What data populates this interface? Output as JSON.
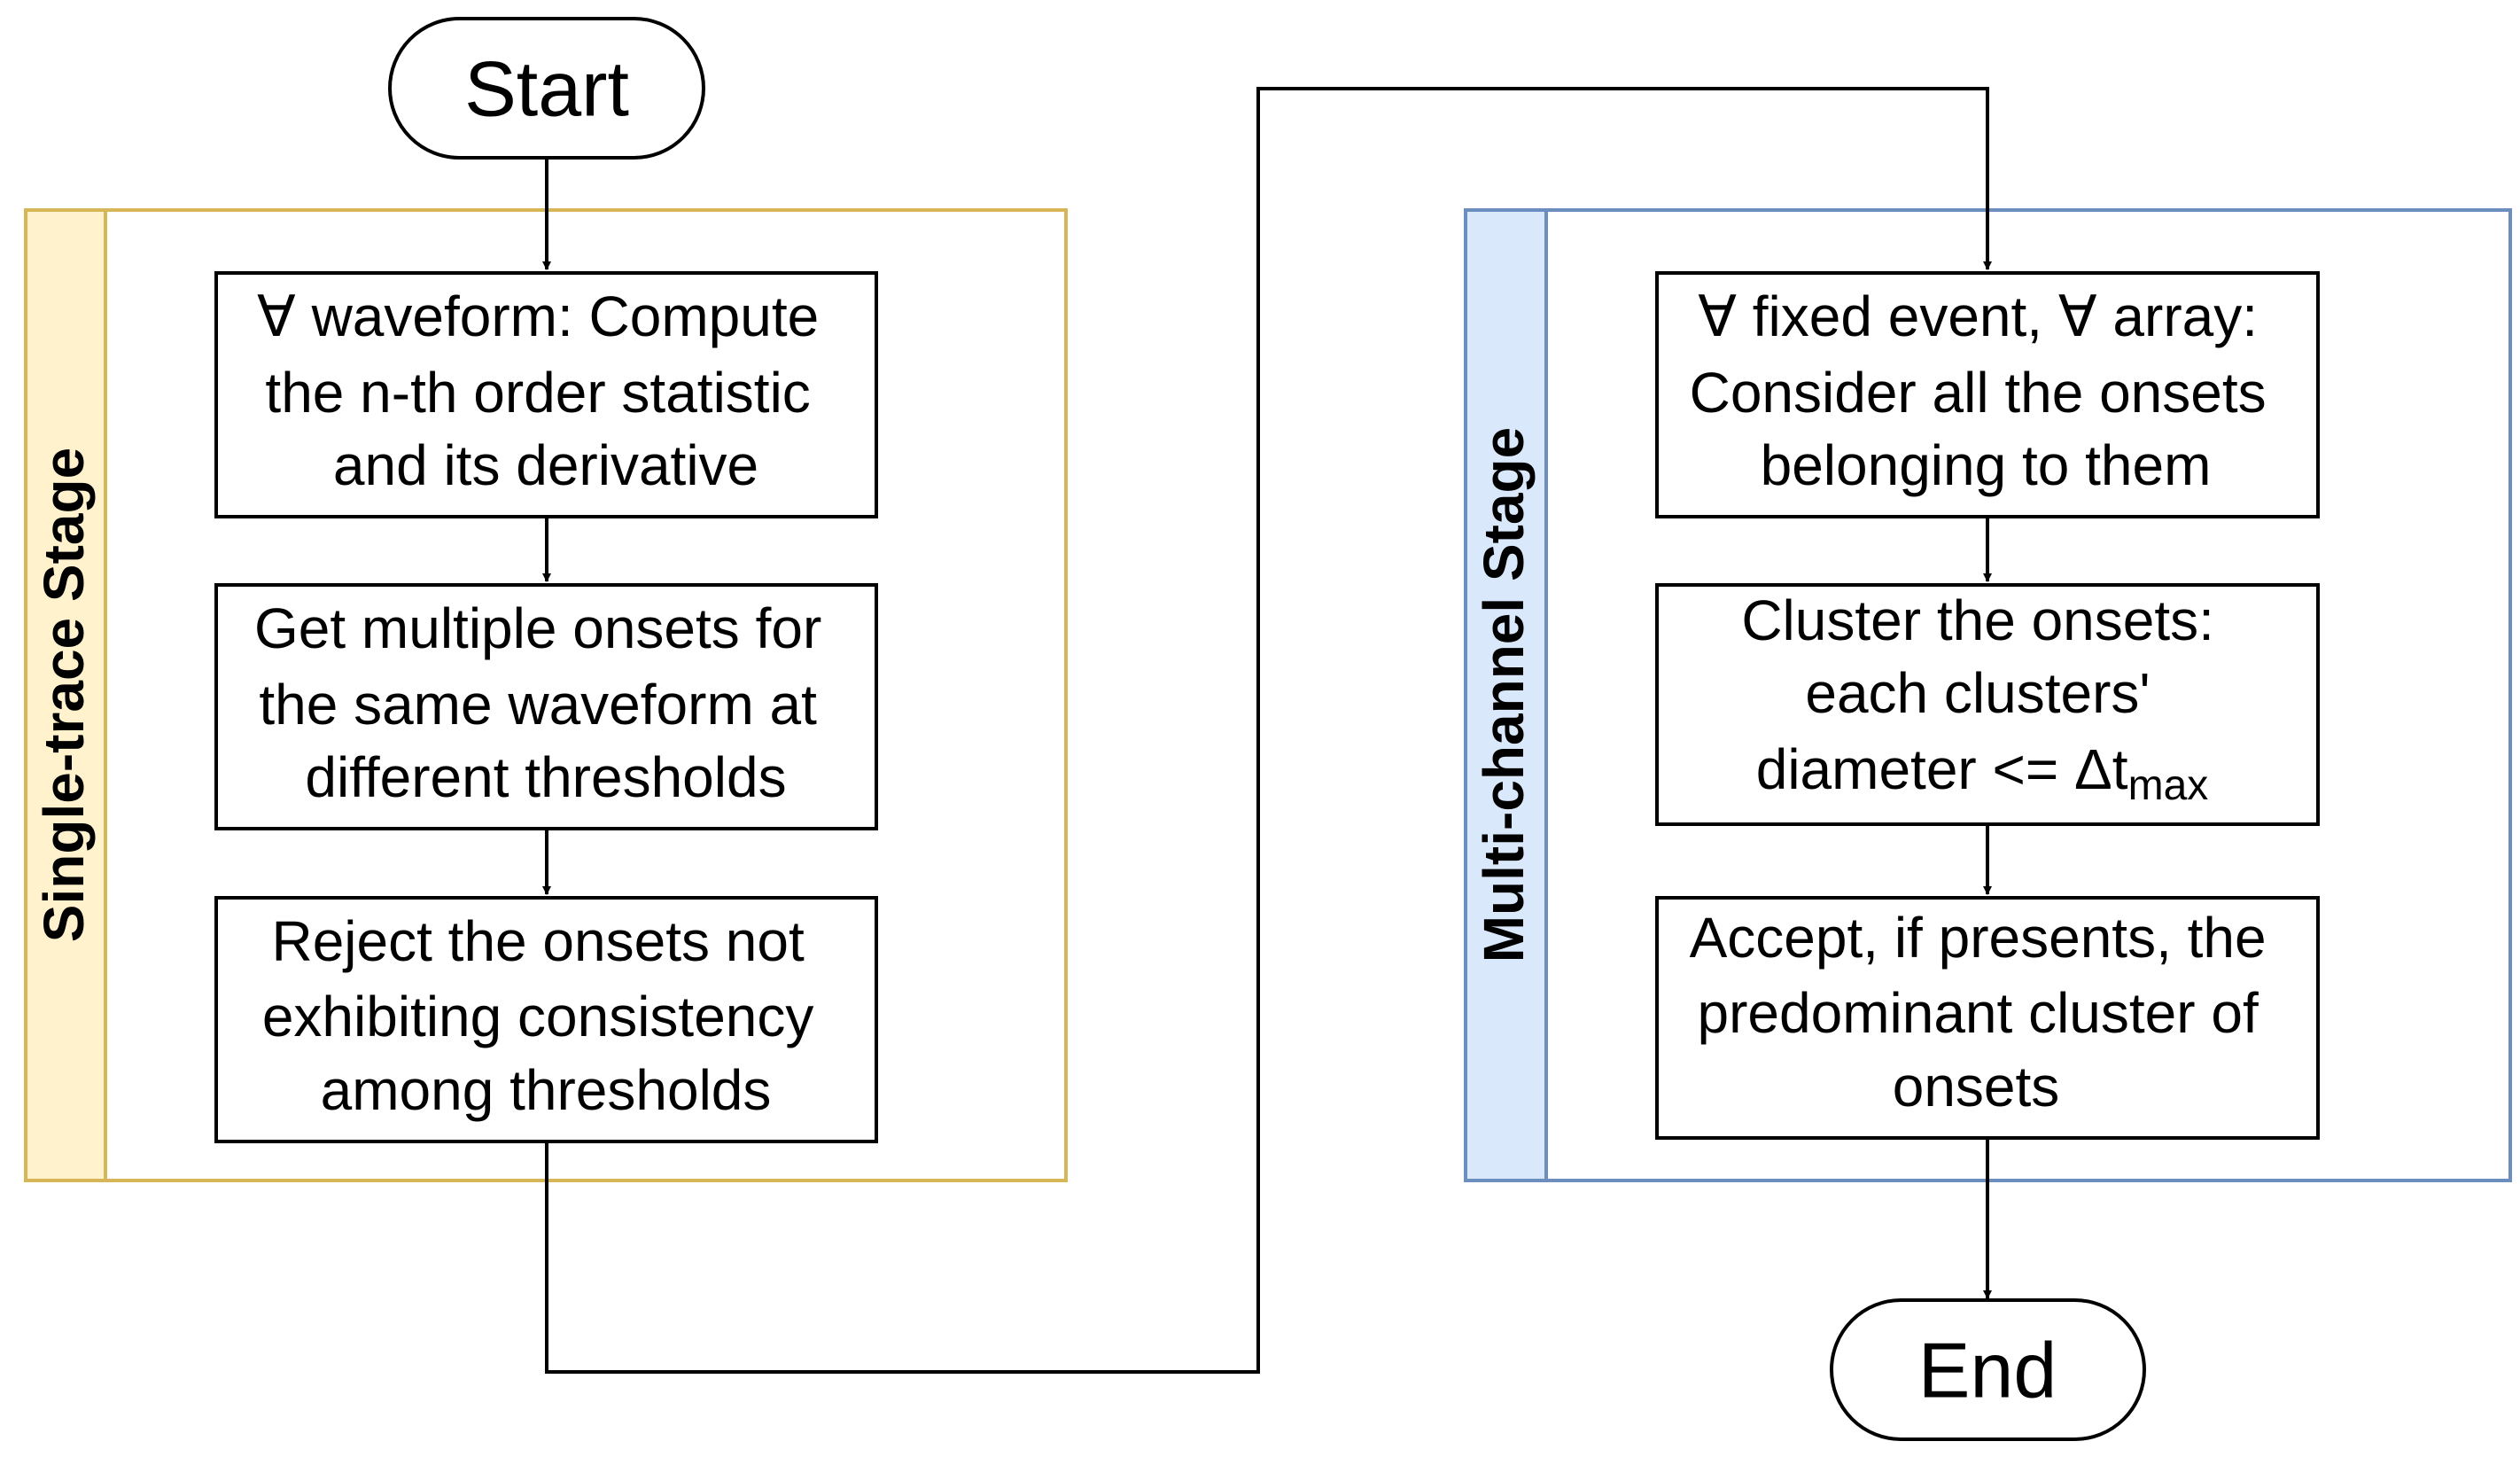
{
  "diagram": {
    "start": {
      "label": "Start"
    },
    "end": {
      "label": "End"
    },
    "single_trace_stage": {
      "title": "Single-trace Stage",
      "border_color": "#d6b656",
      "header_fill": "#fff2cc",
      "steps": [
        {
          "lines": [
            "∀ waveform: Compute",
            "the n-th order statistic",
            "and its derivative"
          ]
        },
        {
          "lines": [
            "Get multiple onsets for",
            "the same waveform at",
            "different thresholds"
          ]
        },
        {
          "lines": [
            "Reject the onsets not",
            "exhibiting consistency",
            "among thresholds"
          ]
        }
      ]
    },
    "multi_channel_stage": {
      "title": "Multi-channel Stage",
      "border_color": "#6c8ebf",
      "header_fill": "#dae8fc",
      "steps": [
        {
          "lines": [
            "∀ fixed event, ∀ array:",
            "Consider all the onsets",
            "belonging to them"
          ]
        },
        {
          "lines": [
            "Cluster the onsets:",
            "each clusters'",
            "diameter <= Δt"
          ],
          "subscript": "max"
        },
        {
          "lines": [
            "Accept, if presents, the",
            "predominant cluster of",
            "onsets"
          ]
        }
      ]
    }
  }
}
